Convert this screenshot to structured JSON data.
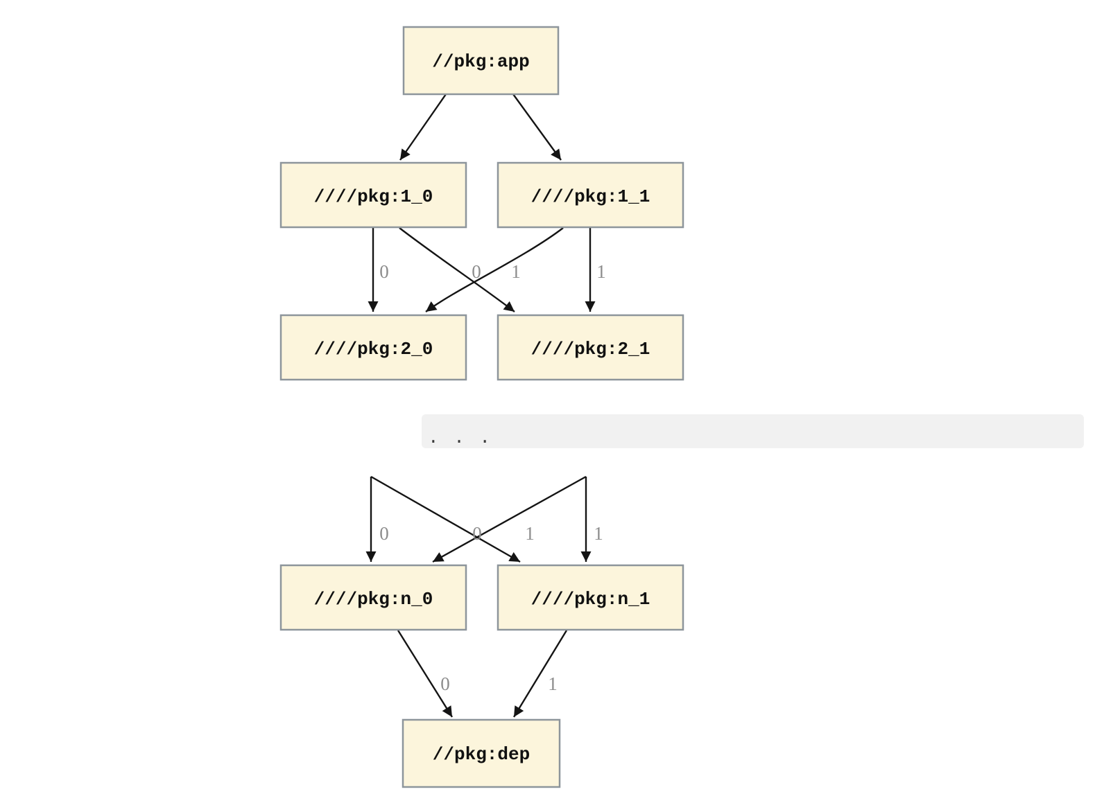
{
  "diagram": {
    "kind": "dependency-graph",
    "nodes": [
      {
        "id": "app",
        "label": "//pkg:app"
      },
      {
        "id": "1_0",
        "label": "////pkg:1_0"
      },
      {
        "id": "1_1",
        "label": "////pkg:1_1"
      },
      {
        "id": "2_0",
        "label": "////pkg:2_0"
      },
      {
        "id": "2_1",
        "label": "////pkg:2_1"
      },
      {
        "id": "n_0",
        "label": "////pkg:n_0"
      },
      {
        "id": "n_1",
        "label": "////pkg:n_1"
      },
      {
        "id": "dep",
        "label": "//pkg:dep"
      }
    ],
    "edges": [
      {
        "from": "//pkg:app",
        "to": "////pkg:1_0",
        "label": ""
      },
      {
        "from": "//pkg:app",
        "to": "////pkg:1_1",
        "label": ""
      },
      {
        "from": "////pkg:1_0",
        "to": "////pkg:2_0",
        "label": "0"
      },
      {
        "from": "////pkg:1_0",
        "to": "////pkg:2_1",
        "label": "1"
      },
      {
        "from": "////pkg:1_1",
        "to": "////pkg:2_0",
        "label": "0"
      },
      {
        "from": "////pkg:1_1",
        "to": "////pkg:2_1",
        "label": "1"
      },
      {
        "from": "...",
        "to": "////pkg:n_0",
        "label": "0"
      },
      {
        "from": "...",
        "to": "////pkg:n_1",
        "label": "1"
      },
      {
        "from": "...",
        "to": "////pkg:n_0",
        "label": "0"
      },
      {
        "from": "...",
        "to": "////pkg:n_1",
        "label": "1"
      },
      {
        "from": "////pkg:n_0",
        "to": "//pkg:dep",
        "label": "0"
      },
      {
        "from": "////pkg:n_1",
        "to": "//pkg:dep",
        "label": "1"
      }
    ],
    "ellipsis": ". . .",
    "colors": {
      "background": "#ffffff",
      "node_fill": "#fcf5dc",
      "node_border": "#8d959b",
      "node_text": "#111111",
      "edge": "#141414",
      "edge_label": "#8c8c8c",
      "ellipsis_bg": "#f1f1f1",
      "ellipsis_text": "#3a3a3a"
    }
  }
}
